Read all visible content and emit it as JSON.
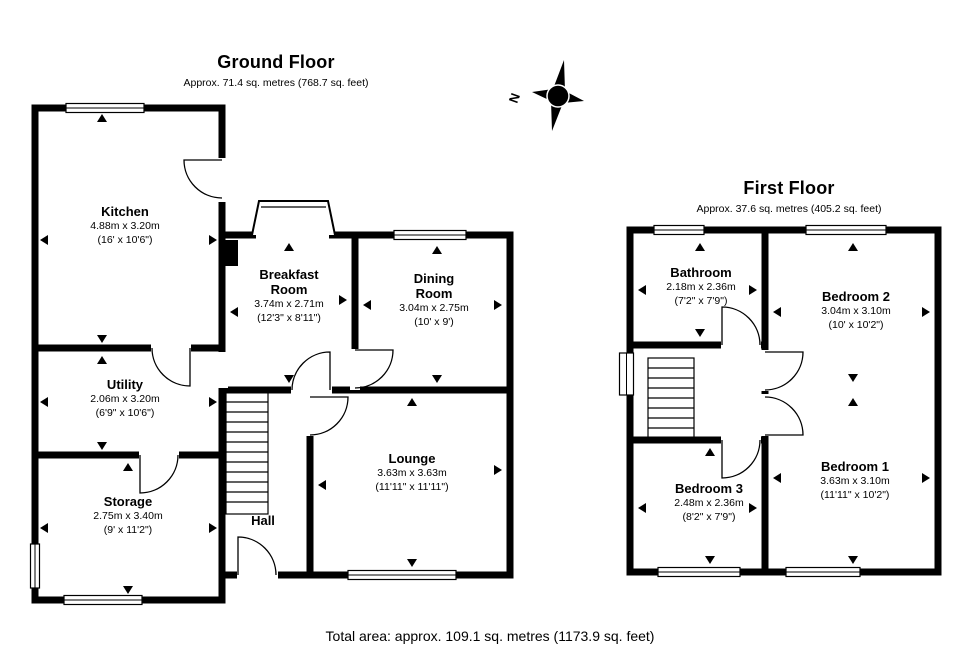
{
  "ground_floor": {
    "title": "Ground Floor",
    "subtitle": "Approx. 71.4 sq. metres (768.7 sq. feet)",
    "rooms": {
      "kitchen": {
        "name": "Kitchen",
        "metric": "4.88m x 3.20m",
        "imperial": "(16' x 10'6\")"
      },
      "breakfast": {
        "name": "Breakfast\nRoom",
        "metric": "3.74m x 2.71m",
        "imperial": "(12'3\" x 8'11\")"
      },
      "dining": {
        "name": "Dining\nRoom",
        "metric": "3.04m x 2.75m",
        "imperial": "(10' x 9')"
      },
      "utility": {
        "name": "Utility",
        "metric": "2.06m x 3.20m",
        "imperial": "(6'9\" x 10'6\")"
      },
      "lounge": {
        "name": "Lounge",
        "metric": "3.63m x 3.63m",
        "imperial": "(11'11\" x 11'11\")"
      },
      "storage": {
        "name": "Storage",
        "metric": "2.75m x 3.40m",
        "imperial": "(9' x 11'2\")"
      },
      "hall": {
        "name": "Hall"
      }
    }
  },
  "first_floor": {
    "title": "First Floor",
    "subtitle": "Approx. 37.6 sq. metres (405.2 sq. feet)",
    "rooms": {
      "bathroom": {
        "name": "Bathroom",
        "metric": "2.18m x 2.36m",
        "imperial": "(7'2\" x 7'9\")"
      },
      "bedroom2": {
        "name": "Bedroom 2",
        "metric": "3.04m x 3.10m",
        "imperial": "(10' x 10'2\")"
      },
      "bedroom3": {
        "name": "Bedroom 3",
        "metric": "2.48m x 2.36m",
        "imperial": "(8'2\" x 7'9\")"
      },
      "bedroom1": {
        "name": "Bedroom 1",
        "metric": "3.63m x 3.10m",
        "imperial": "(11'11\" x 10'2\")"
      }
    }
  },
  "compass": {
    "label": "N"
  },
  "footer": {
    "total": "Total area: approx. 109.1 sq. metres (1173.9 sq. feet)"
  },
  "colors": {
    "wall": "#000000",
    "background": "#ffffff"
  }
}
